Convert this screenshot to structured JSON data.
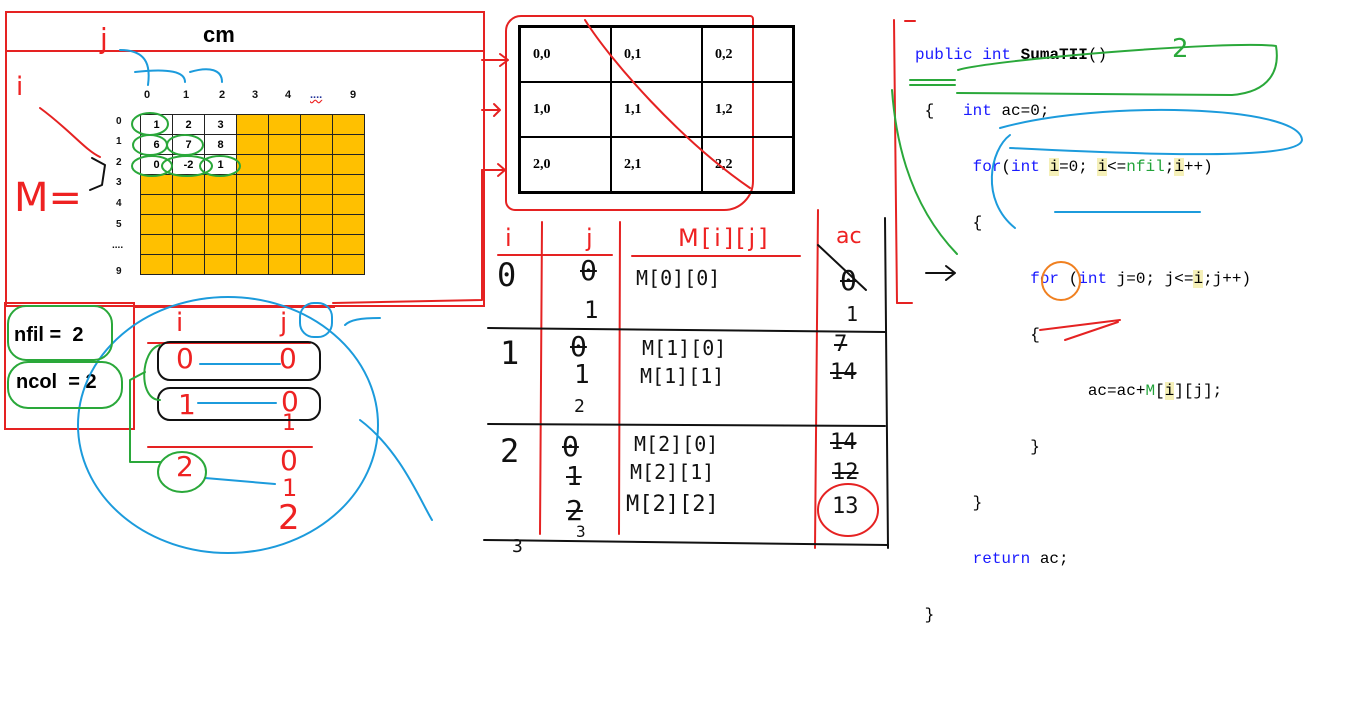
{
  "matrix_panel": {
    "title": "cm",
    "label_i": "i",
    "label_j": "j",
    "label_m": "M=",
    "col_headers": [
      "0",
      "1",
      "2",
      "3",
      "4",
      "....",
      "9"
    ],
    "row_headers": [
      "0",
      "1",
      "2",
      "3",
      "4",
      "5",
      "....",
      "9"
    ],
    "rows": [
      [
        "1",
        "2",
        "3"
      ],
      [
        "6",
        "7",
        "8"
      ],
      [
        "0",
        "-2",
        "1"
      ]
    ]
  },
  "index_grid": {
    "cells": [
      [
        "0,0",
        "0,1",
        "0,2"
      ],
      [
        "1,0",
        "1,1",
        "1,2"
      ],
      [
        "2,0",
        "2,1",
        "2,2"
      ]
    ]
  },
  "vars": {
    "nfil": "nfil =  2",
    "ncol": "ncol  = 2"
  },
  "loop_trace": {
    "header_i": "i",
    "header_j": "j",
    "rows": [
      {
        "i": "0",
        "j": "0"
      },
      {
        "i": "1",
        "j": "0"
      },
      {
        "i": "",
        "j": "1"
      },
      {
        "i": "2",
        "j": "0"
      },
      {
        "i": "",
        "j": "1"
      },
      {
        "i": "",
        "j": "2"
      }
    ]
  },
  "trace_table": {
    "headers": {
      "i": "i",
      "j": "j",
      "m": "M[i][j]",
      "ac": "ac"
    },
    "rows": [
      {
        "i": "0",
        "j": [
          "0",
          "1"
        ],
        "m": [
          "M[0][0]",
          ""
        ],
        "ac": [
          "0",
          "1"
        ]
      },
      {
        "i": "1",
        "j": [
          "0",
          "1",
          "2"
        ],
        "m": [
          "M[1][0]",
          "M[1][1]"
        ],
        "ac": [
          "7",
          "14"
        ]
      },
      {
        "i": "2",
        "j": [
          "0",
          "1",
          "2",
          "3"
        ],
        "m": [
          "M[2][0]",
          "M[2][1]",
          "M[2][2]"
        ],
        "ac": [
          "14",
          "12",
          "13"
        ]
      }
    ],
    "exit_i": "3"
  },
  "code": {
    "l1_kw1": "public",
    "l1_kw2": "int",
    "l1_name": "SumaTII",
    "l1_tail": "()",
    "l2_brace": "{",
    "l2_kw": "int",
    "l2_rest": " ac=0;",
    "l3_kw1": "for",
    "l3_p1": "(",
    "l3_kw2": "int",
    "l3_sp": " ",
    "l3_i1": "i",
    "l3_p2": "=0; ",
    "l3_i2": "i",
    "l3_p3": "<=",
    "l3_nfil": "nfil",
    "l3_p4": ";",
    "l3_i3": "i",
    "l3_p5": "++)",
    "l4": "{",
    "l5_kw1": "for",
    "l5_p1": " (",
    "l5_kw2": "int",
    "l5_p2": " j=0; j<=",
    "l5_i": "i",
    "l5_p3": ";j++)",
    "l6": "{",
    "l7_p1": "ac=ac+",
    "l7_m": "M",
    "l7_p2": "[",
    "l7_i": "i",
    "l7_p3": "][j];",
    "l8": "}",
    "l9": "}",
    "l10_kw": "return",
    "l10_ac": "ac",
    "l10_end": ";",
    "l11": "}",
    "annot_2": "2"
  },
  "colors": {
    "red": "#e52222",
    "blue": "#1c9bdc",
    "green": "#2aa83a",
    "orange": "#ffc000",
    "black": "#111111",
    "code_orange": "#f08020"
  }
}
